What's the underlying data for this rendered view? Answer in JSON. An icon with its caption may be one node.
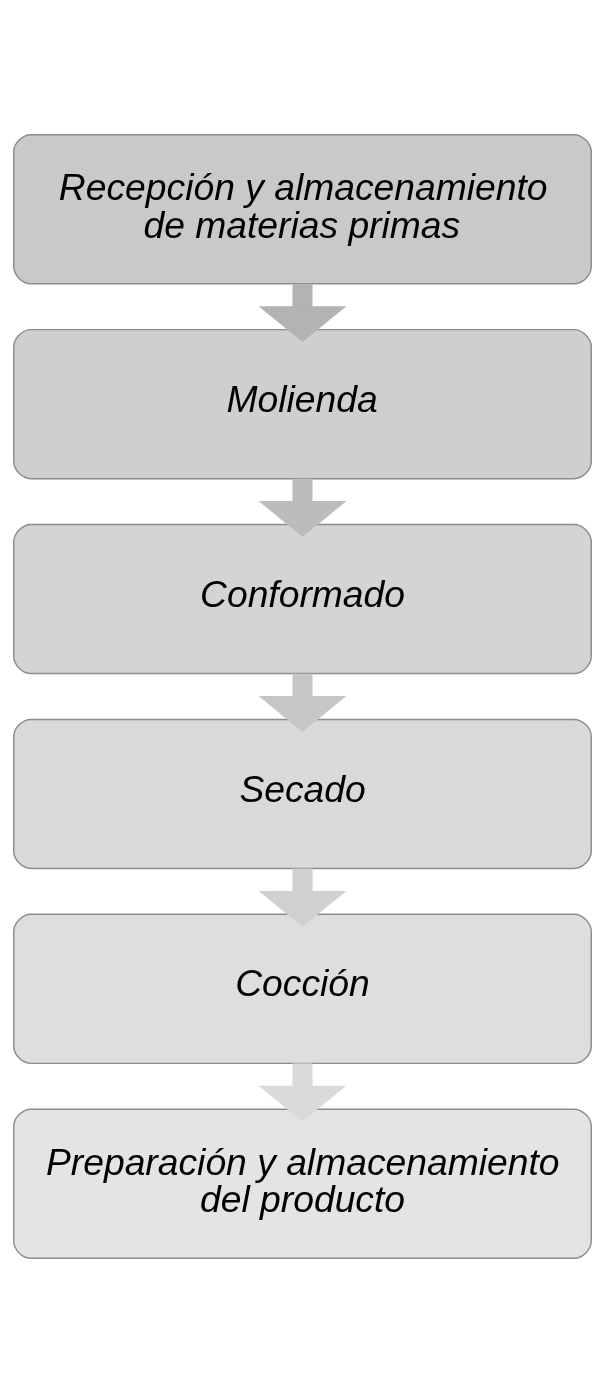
{
  "diagram": {
    "nodes": [
      {
        "text": [
          "Recepción y almacenamiento de materias primas"
        ]
      },
      {
        "text": [
          "Molienda"
        ]
      },
      {
        "text": [
          "Conformado"
        ]
      },
      {
        "text": [
          "Secado"
        ]
      },
      {
        "text": [
          "Cocción"
        ]
      },
      {
        "text": [
          "Preparación y almacenamiento del producto"
        ]
      }
    ],
    "edges": [
      {
        "from": 0,
        "to": 1,
        "arrow": "to",
        "color": "#b3b3b3"
      },
      {
        "from": 1,
        "to": 2,
        "arrow": "to",
        "color": "#bcbcbc"
      },
      {
        "from": 2,
        "to": 3,
        "arrow": "to",
        "color": "#c6c6c6"
      },
      {
        "from": 3,
        "to": 4,
        "arrow": "to",
        "color": "#d0d0d0"
      },
      {
        "from": 4,
        "to": 5,
        "arrow": "to",
        "color": "#dadada"
      }
    ]
  }
}
